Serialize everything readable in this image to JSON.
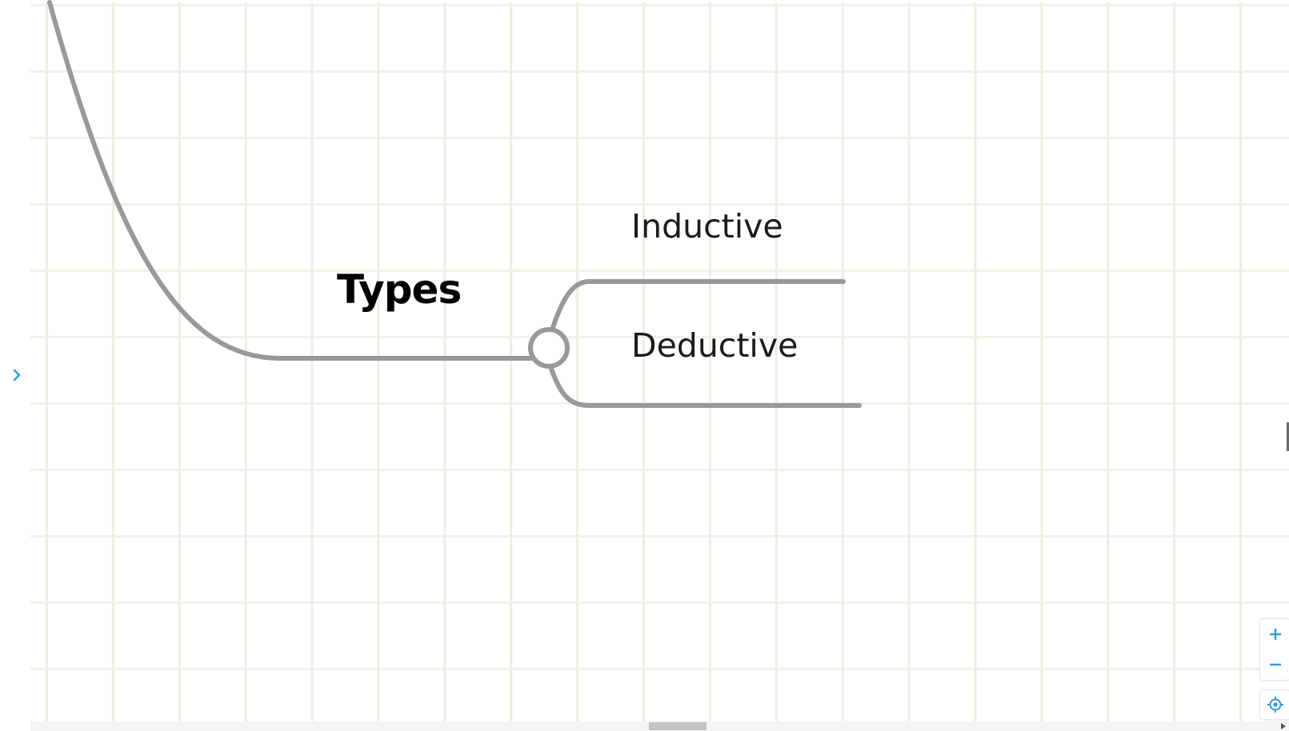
{
  "mindmap": {
    "topic": "Types",
    "subtopics": [
      "Inductive",
      "Deductive"
    ]
  },
  "controls": {
    "zoom_in_icon": "plus-icon",
    "zoom_out_icon": "minus-icon",
    "locate_icon": "target-icon",
    "sidebar_toggle_icon": "chevron-right-icon"
  },
  "colors": {
    "branch_line": "#999999",
    "grid_line": "#eaf1e4",
    "accent": "#2a9fd6",
    "text": "#000000"
  }
}
